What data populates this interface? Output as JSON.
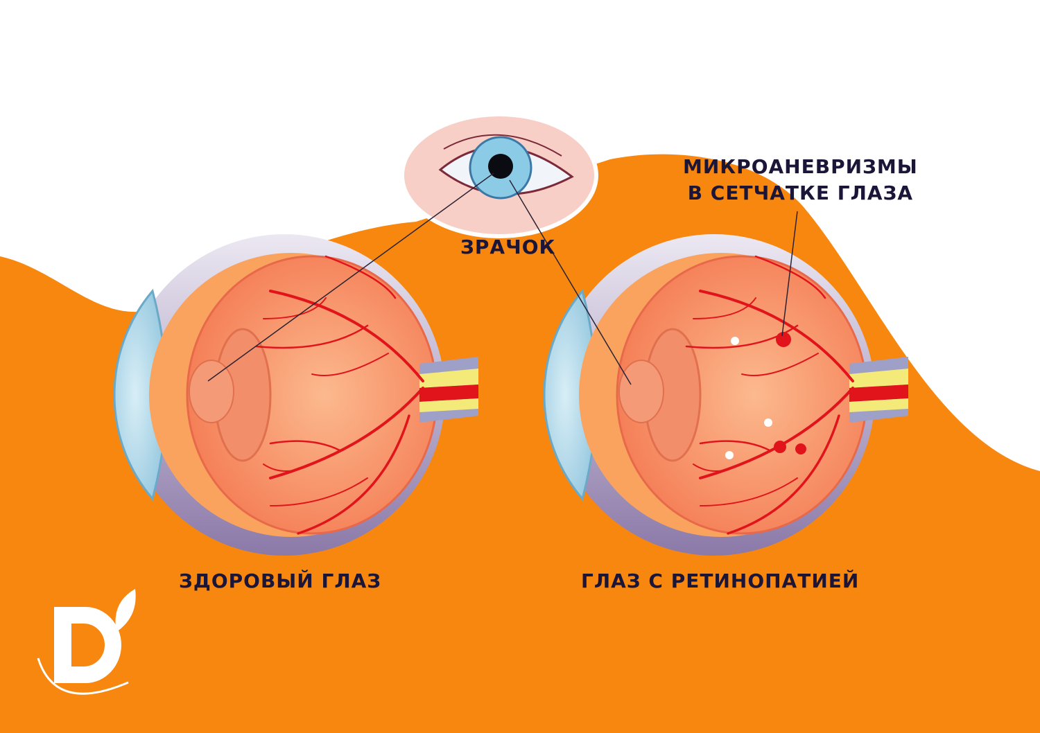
{
  "labels": {
    "pupil": "ЗРАЧОК",
    "micro_line1": "МИКРОАНЕВРИЗМЫ",
    "micro_line2": "В СЕТЧАТКЕ ГЛАЗА",
    "healthy": "ЗДОРОВЫЙ ГЛАЗ",
    "retinopathy": "ГЛАЗ С РЕТИНОПАТИЕЙ"
  },
  "logo": {
    "letter": "D"
  },
  "colors": {
    "background_orange": "#f7870f",
    "text": "#1b1638",
    "vessel": "#e0141a"
  }
}
